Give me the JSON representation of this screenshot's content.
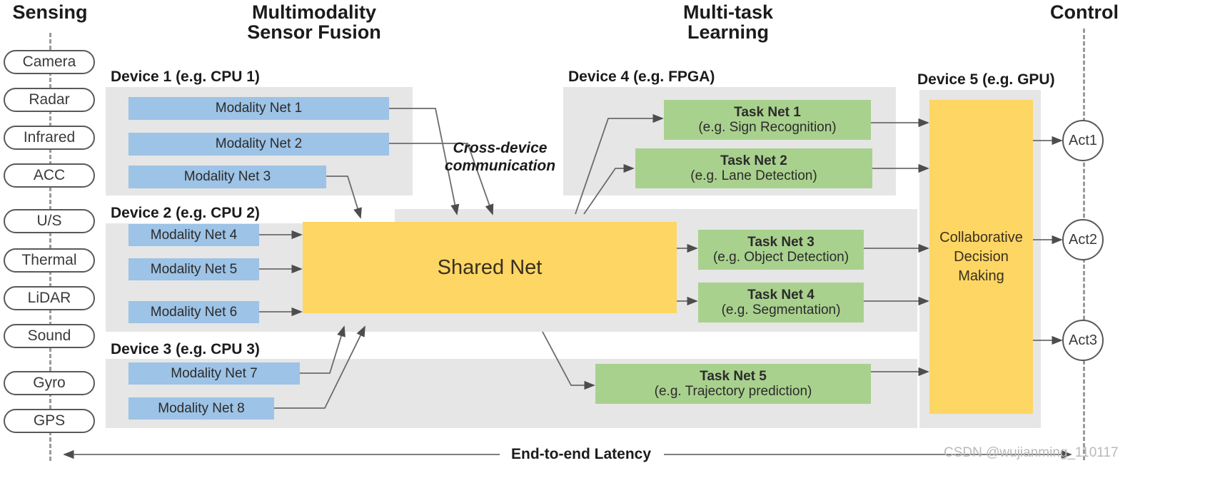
{
  "headers": {
    "sensing": "Sensing",
    "fusion_line1": "Multimodality",
    "fusion_line2": "Sensor Fusion",
    "multitask_line1": "Multi-task",
    "multitask_line2": "Learning",
    "control": "Control"
  },
  "sensors": [
    {
      "label": "Camera"
    },
    {
      "label": "Radar"
    },
    {
      "label": "Infrared"
    },
    {
      "label": "ACC"
    },
    {
      "label": "U/S"
    },
    {
      "label": "Thermal"
    },
    {
      "label": "LiDAR"
    },
    {
      "label": "Sound"
    },
    {
      "label": "Gyro"
    },
    {
      "label": "GPS"
    }
  ],
  "devices": [
    {
      "label": "Device 1 (e.g. CPU 1)"
    },
    {
      "label": "Device 2 (e.g. CPU 2)"
    },
    {
      "label": "Device 3 (e.g. CPU 3)"
    },
    {
      "label": "Device 4 (e.g. FPGA)"
    },
    {
      "label": "Device 5 (e.g. GPU)"
    }
  ],
  "modality_nets": [
    {
      "label": "Modality Net 1"
    },
    {
      "label": "Modality Net 2"
    },
    {
      "label": "Modality Net 3"
    },
    {
      "label": "Modality Net 4"
    },
    {
      "label": "Modality Net 5"
    },
    {
      "label": "Modality Net 6"
    },
    {
      "label": "Modality Net 7"
    },
    {
      "label": "Modality Net 8"
    }
  ],
  "shared_net": {
    "label": "Shared Net"
  },
  "task_nets": [
    {
      "title": "Task Net 1",
      "example": "(e.g. Sign Recognition)"
    },
    {
      "title": "Task Net 2",
      "example": "(e.g. Lane Detection)"
    },
    {
      "title": "Task Net 3",
      "example": "(e.g. Object Detection)"
    },
    {
      "title": "Task Net 4",
      "example": "(e.g. Segmentation)"
    },
    {
      "title": "Task Net 5",
      "example": "(e.g. Trajectory prediction)"
    }
  ],
  "decision": {
    "line1": "Collaborative",
    "line2": "Decision",
    "line3": "Making"
  },
  "actuators": [
    {
      "label": "Act1"
    },
    {
      "label": "Act2"
    },
    {
      "label": "Act3"
    }
  ],
  "annotations": {
    "cross_device_line1": "Cross-device",
    "cross_device_line2": "communication",
    "latency": "End-to-end Latency",
    "watermark": "CSDN @wujianming_110117"
  },
  "colors": {
    "modality_net": "#9dc3e6",
    "task_net": "#a9d18e",
    "shared_net": "#fdd663",
    "device_panel": "#e6e6e6",
    "outline": "#58595b",
    "wire": "#595959"
  }
}
